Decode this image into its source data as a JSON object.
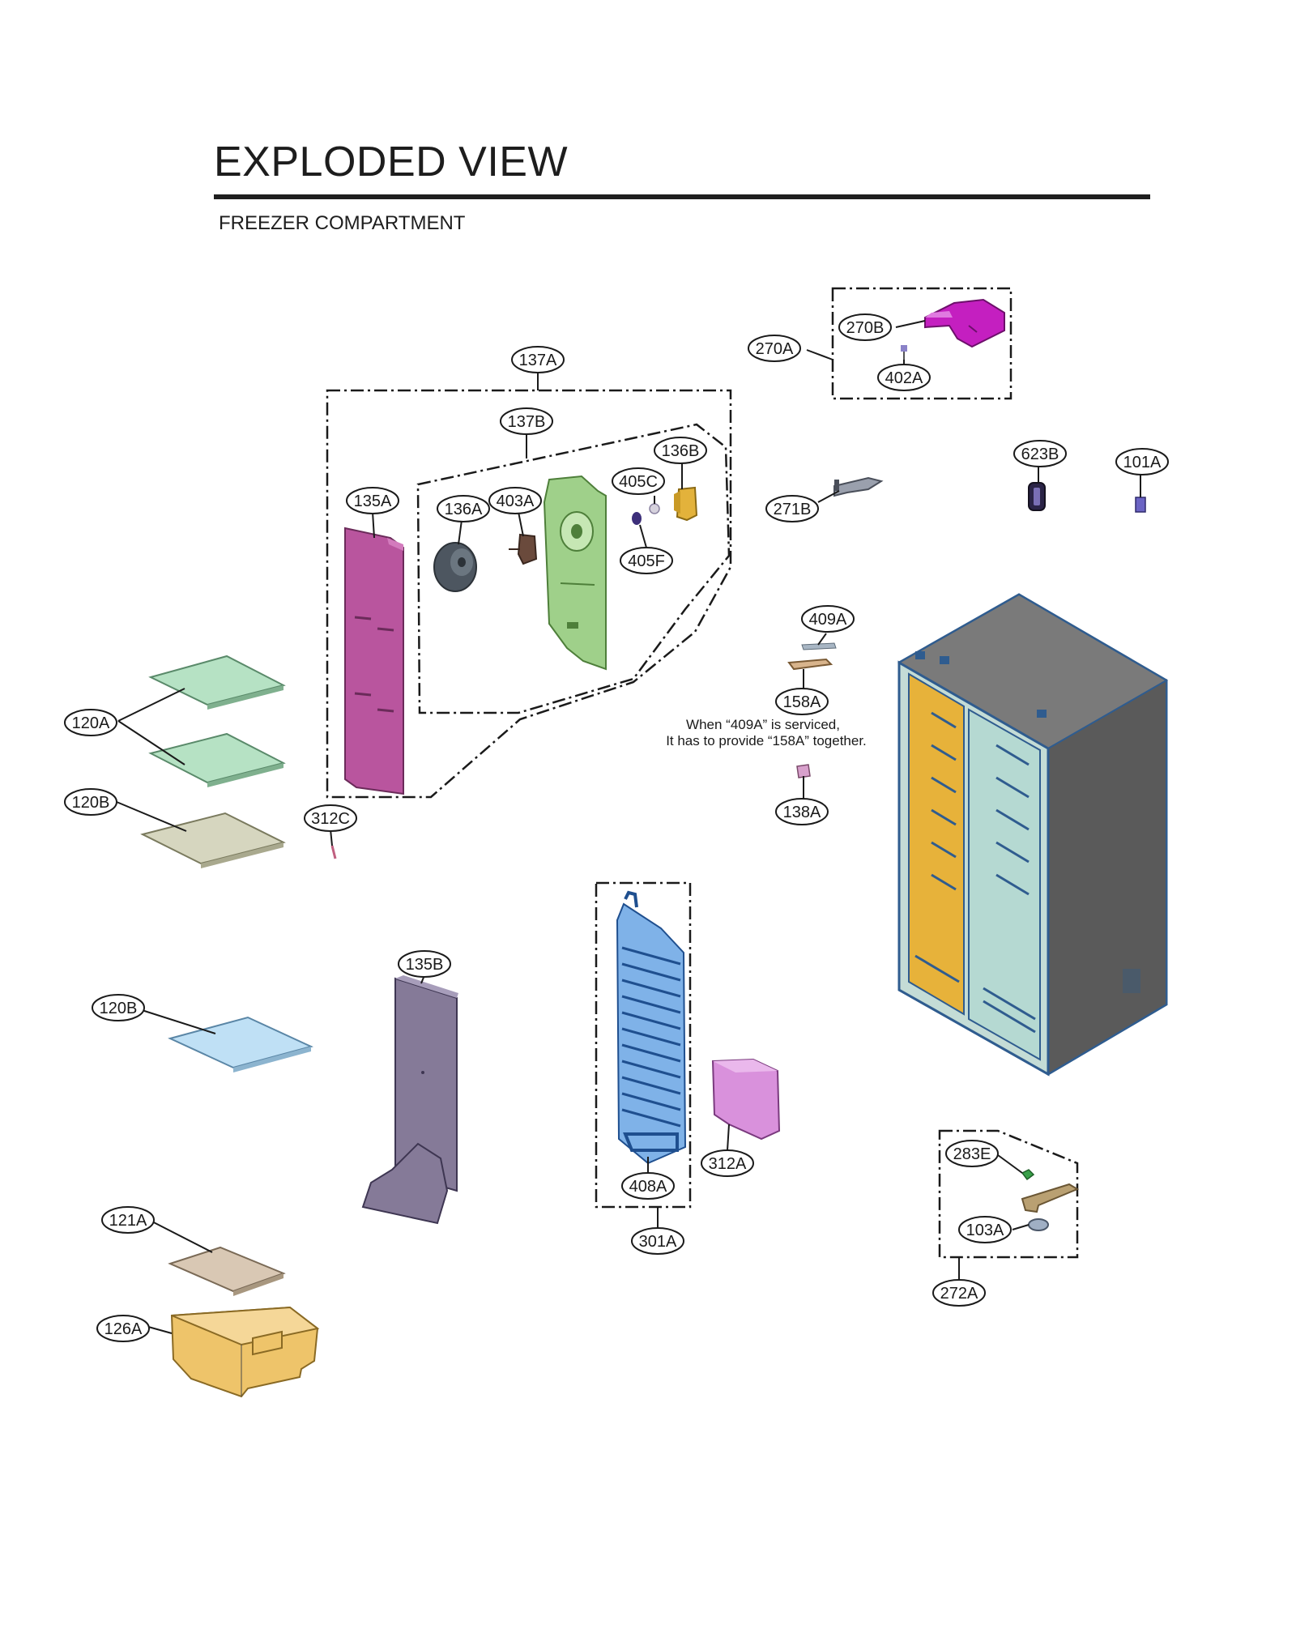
{
  "header": {
    "title": "EXPLODED VIEW",
    "subtitle": "FREEZER COMPARTMENT"
  },
  "callouts": {
    "c137A": "137A",
    "c137B": "137B",
    "c135A": "135A",
    "c136A": "136A",
    "c403A": "403A",
    "c405C": "405C",
    "c136B": "136B",
    "c405F": "405F",
    "c270A": "270A",
    "c270B": "270B",
    "c402A": "402A",
    "c623B": "623B",
    "c101A": "101A",
    "c271B": "271B",
    "c409A": "409A",
    "c158A": "158A",
    "c138A": "138A",
    "c120A": "120A",
    "c120B_1": "120B",
    "c312C": "312C",
    "c135B": "135B",
    "c120B_2": "120B",
    "c121A": "121A",
    "c126A": "126A",
    "c408A": "408A",
    "c312A": "312A",
    "c301A": "301A",
    "c283E": "283E",
    "c103A": "103A",
    "c272A": "272A"
  },
  "note": {
    "line1": "When “409A” is serviced,",
    "line2": "It has to provide “158A” together."
  },
  "colors": {
    "duct_pink": "#b9559e",
    "fan_shroud_green": "#9fd08a",
    "fan_gray": "#4d5660",
    "motor_brown": "#6a4a3c",
    "bracket_yellow": "#e3b23b",
    "cover_magenta": "#c41fc0",
    "shelf_green": "#b6e2c4",
    "shelf_beige": "#d6d6bf",
    "shelf_blue": "#bfe0f5",
    "panel_purple": "#857a98",
    "evaporator_blue": "#3d7fd1",
    "heater_cover_pink": "#d991dc",
    "drawer_orange": "#eec46a",
    "cabinet_gray": "#6d6d6d",
    "cabinet_liner_yellow": "#e7b23a",
    "cabinet_liner_teal": "#b5d9d2"
  }
}
